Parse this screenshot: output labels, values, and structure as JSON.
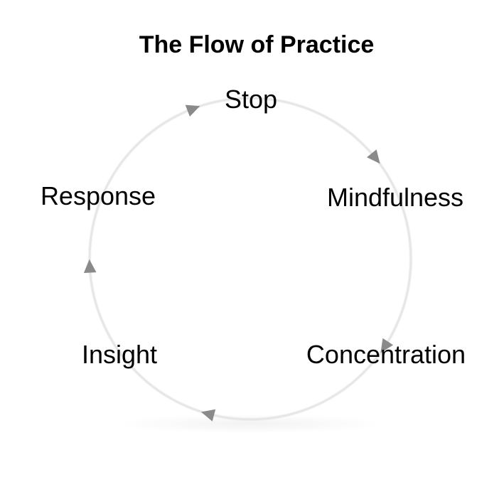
{
  "diagram": {
    "title": "The Flow of Practice",
    "type": "cycle",
    "direction": "clockwise",
    "nodes": [
      {
        "label": "Stop"
      },
      {
        "label": "Mindfulness"
      },
      {
        "label": "Concentration"
      },
      {
        "label": "Insight"
      },
      {
        "label": "Response"
      }
    ],
    "colors": {
      "ring": "#e6e6e6",
      "arrow": "#8a8a8a",
      "text": "#000000",
      "background": "#ffffff"
    }
  }
}
